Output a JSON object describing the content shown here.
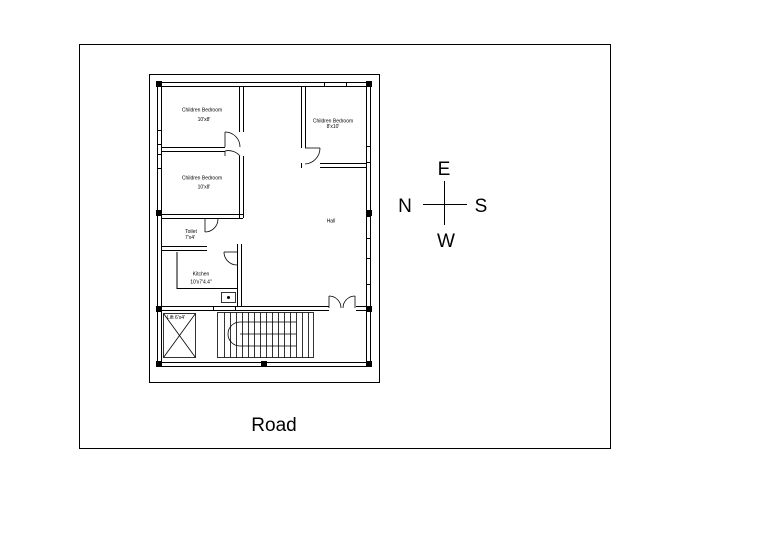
{
  "rooms": {
    "children_bedroom_1": {
      "name": "Children Bedroom",
      "size": "10'x8'"
    },
    "children_bedroom_2": {
      "name": "Children Bedroom",
      "size": "8'x10'"
    },
    "children_bedroom_3": {
      "name": "Children Bedroom",
      "size": "10'x8'"
    },
    "toilet": {
      "name": "Toilet",
      "size": "7'x4'"
    },
    "kitchen": {
      "name": "Kitchen",
      "size": "10'x7'4.4\""
    },
    "hall": {
      "name": "Hall"
    },
    "lift": {
      "name": "Lift 6'x4'"
    }
  },
  "road": "Road",
  "compass": {
    "north": "N",
    "south": "S",
    "east": "E",
    "west": "W"
  }
}
